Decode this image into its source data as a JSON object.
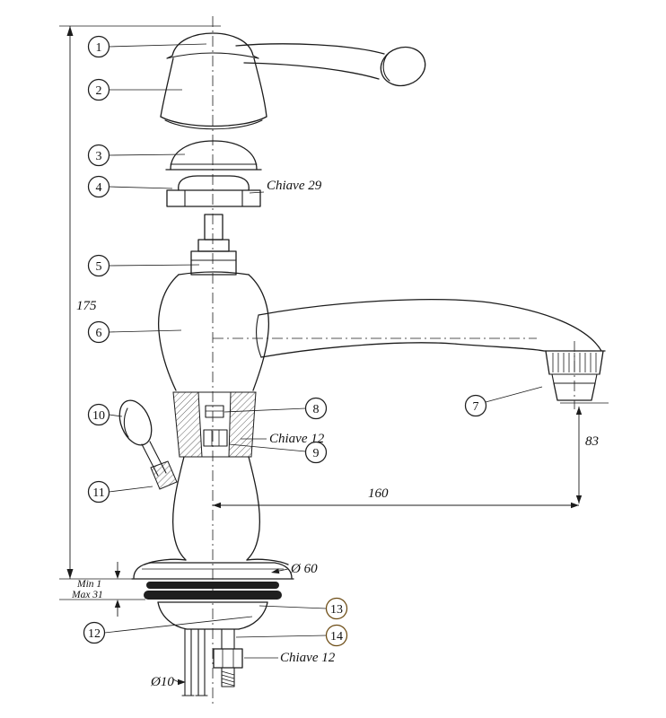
{
  "drawing": {
    "title": "Faucet exploded technical diagram",
    "colors": {
      "line": "#1c1c1c",
      "background": "#ffffff",
      "callout_fill": "#ffffff",
      "callout_highlight": "#eaa23c"
    }
  },
  "callouts": {
    "c1": {
      "label": "1"
    },
    "c2": {
      "label": "2"
    },
    "c3": {
      "label": "3"
    },
    "c4": {
      "label": "4"
    },
    "c5": {
      "label": "5"
    },
    "c6": {
      "label": "6"
    },
    "c7": {
      "label": "7"
    },
    "c8": {
      "label": "8"
    },
    "c9": {
      "label": "9"
    },
    "c10": {
      "label": "10"
    },
    "c11": {
      "label": "11"
    },
    "c12": {
      "label": "12"
    },
    "c13": {
      "label": "13"
    },
    "c14": {
      "label": "14"
    }
  },
  "labels": {
    "chiave29": "Chiave 29",
    "chiave12_upper": "Chiave 12",
    "chiave12_lower": "Chiave 12",
    "dim_height": "175",
    "dim_spout_height": "83",
    "dim_reach": "160",
    "dia_base": "Ø 60",
    "dia_pipe": "Ø10",
    "min_thickness": "Min 1",
    "max_thickness": "Max 31"
  }
}
